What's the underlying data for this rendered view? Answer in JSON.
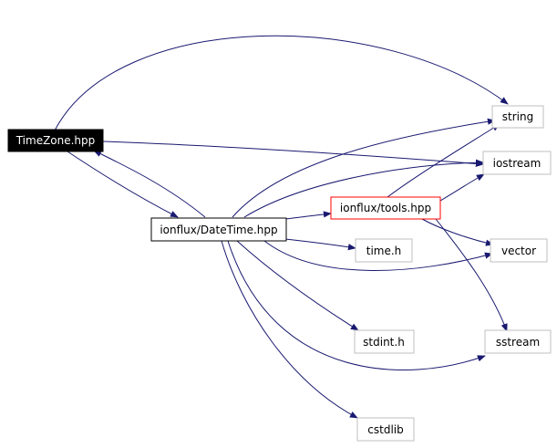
{
  "colors": {
    "edge": "#191970",
    "root_fill": "#000000",
    "root_text": "#ffffff",
    "node_border_default": "#bfbfbf",
    "node_border_strong": "#000000",
    "node_border_highlight": "#ff0000",
    "node_text": "#000000"
  },
  "nodes": [
    {
      "id": "timezone",
      "label": "TimeZone.hpp",
      "style": "root"
    },
    {
      "id": "datetime",
      "label": "ionflux/DateTime.hpp",
      "style": "strong"
    },
    {
      "id": "tools",
      "label": "ionflux/tools.hpp",
      "style": "highlight"
    },
    {
      "id": "string",
      "label": "string",
      "style": "default"
    },
    {
      "id": "iostream",
      "label": "iostream",
      "style": "default"
    },
    {
      "id": "timeh",
      "label": "time.h",
      "style": "default"
    },
    {
      "id": "vector",
      "label": "vector",
      "style": "default"
    },
    {
      "id": "stdint",
      "label": "stdint.h",
      "style": "default"
    },
    {
      "id": "sstream",
      "label": "sstream",
      "style": "default"
    },
    {
      "id": "cstdlib",
      "label": "cstdlib",
      "style": "default"
    }
  ],
  "edges": [
    {
      "from": "timezone",
      "to": "string"
    },
    {
      "from": "timezone",
      "to": "iostream"
    },
    {
      "from": "timezone",
      "to": "datetime"
    },
    {
      "from": "datetime",
      "to": "timezone"
    },
    {
      "from": "datetime",
      "to": "string"
    },
    {
      "from": "datetime",
      "to": "iostream"
    },
    {
      "from": "datetime",
      "to": "tools"
    },
    {
      "from": "datetime",
      "to": "timeh"
    },
    {
      "from": "datetime",
      "to": "vector"
    },
    {
      "from": "datetime",
      "to": "stdint"
    },
    {
      "from": "datetime",
      "to": "sstream"
    },
    {
      "from": "datetime",
      "to": "cstdlib"
    },
    {
      "from": "tools",
      "to": "string"
    },
    {
      "from": "tools",
      "to": "iostream"
    },
    {
      "from": "tools",
      "to": "vector"
    },
    {
      "from": "tools",
      "to": "sstream"
    }
  ]
}
